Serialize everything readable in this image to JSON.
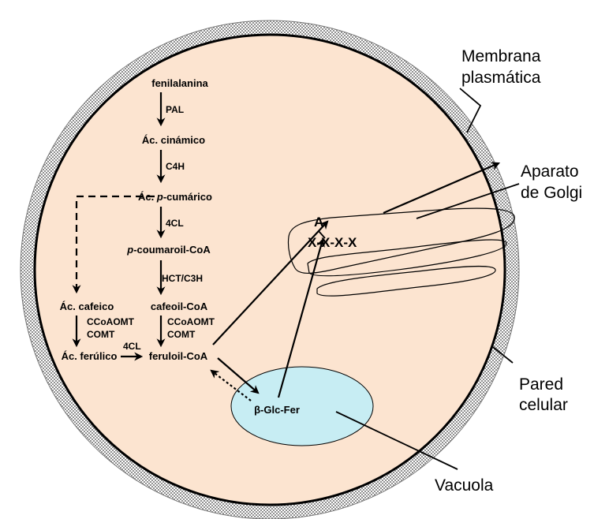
{
  "colors": {
    "cytoplasm": "#fce4d0",
    "cell_wall": "#9a9a9a",
    "vacuole": "#c7edf3",
    "line": "#000000"
  },
  "metabolites": {
    "fenilalanina": "fenilalanina",
    "ac_cinamico": "Ác. cinámico",
    "ac_pcumarico_pre": "Ác. ",
    "ac_pcumarico_p": "p",
    "ac_pcumarico_post": "-cumárico",
    "pcoumaroil_p": "p",
    "pcoumaroil_post": "-coumaroil-CoA",
    "cafeoil_coa": "cafeoil-CoA",
    "ac_cafeico": "Ác. cafeico",
    "ac_ferulico": "Ác. ferúlico",
    "feruloil_coa": "feruloil-CoA",
    "glc_fer": "β-Glc-Fer"
  },
  "enzymes": {
    "pal": "PAL",
    "c4h": "C4H",
    "fourcl_main": "4CL",
    "hct_c3h": "HCT/C3H",
    "ccoaomt_1": "CCoAOMT",
    "comt_1": "COMT",
    "ccoaomt_2": "CCoAOMT",
    "comt_2": "COMT",
    "fourcl_side": "4CL"
  },
  "golgi": {
    "a_label": "A",
    "chain_label": "X-X-X-X"
  },
  "labels": {
    "membrana_line1": "Membrana",
    "membrana_line2": "plasmática",
    "golgi_line1": "Aparato",
    "golgi_line2": "de Golgi",
    "pared_line1": "Pared",
    "pared_line2": "celular",
    "vacuola": "Vacuola"
  }
}
